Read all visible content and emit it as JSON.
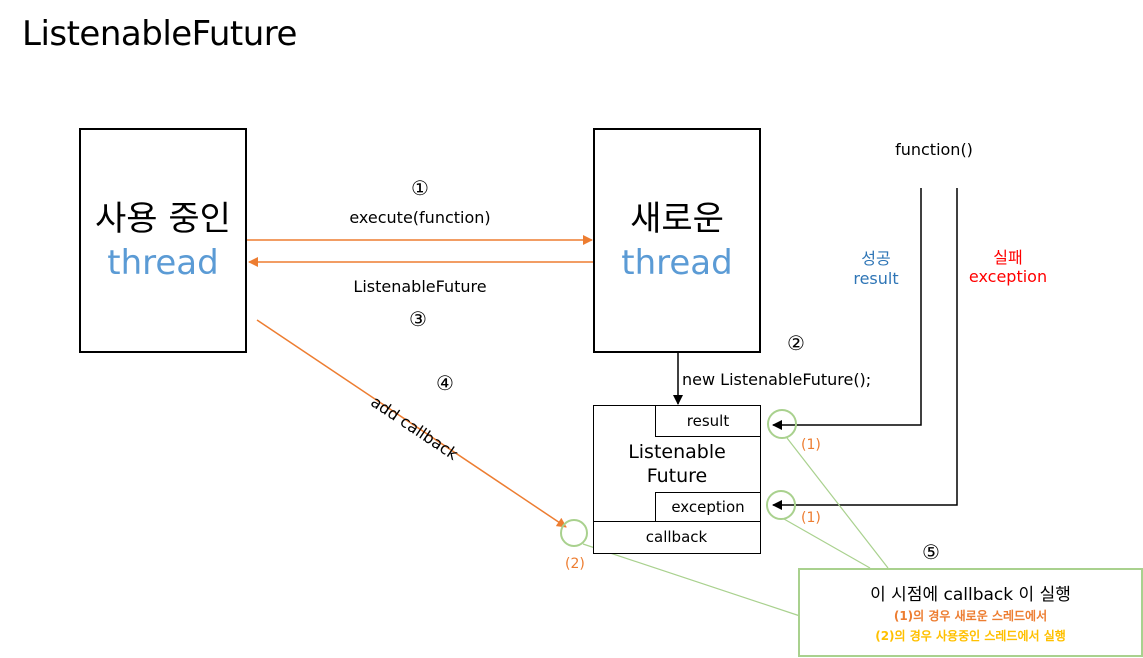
{
  "title": "ListenableFuture",
  "left_thread": {
    "line1": "사용 중인",
    "line2": "thread"
  },
  "right_thread": {
    "line1": "새로운",
    "line2": "thread"
  },
  "steps": {
    "s1": "①",
    "s1_label": "execute(function)",
    "s2": "②",
    "s2_label": "new ListenableFuture();",
    "s3": "③",
    "s3_label": "ListenableFuture",
    "s4": "④",
    "s4_label": "add callback",
    "s5": "⑤"
  },
  "function_label": "function()",
  "success": {
    "ko": "성공",
    "en": "result",
    "color": "#2e75b6"
  },
  "failure": {
    "ko": "실패",
    "en": "exception",
    "color": "#ff0000"
  },
  "future_box": {
    "label_line1": "Listenable",
    "label_line2": "Future",
    "result": "result",
    "exception": "exception",
    "callback": "callback"
  },
  "markers": {
    "m1a": "(1)",
    "m1b": "(1)",
    "m2": "(2)"
  },
  "note": {
    "main": "이 시점에 callback 이 실행",
    "line1": "(1)의 경우 새로운 스레드에서",
    "line2": "(2)의 경우 사용중인 스레드에서 실행"
  },
  "colors": {
    "accent_orange": "#ed7d31",
    "thread_blue": "#5b9bd5",
    "green": "#a9d18e",
    "yellow": "#ffc000"
  }
}
